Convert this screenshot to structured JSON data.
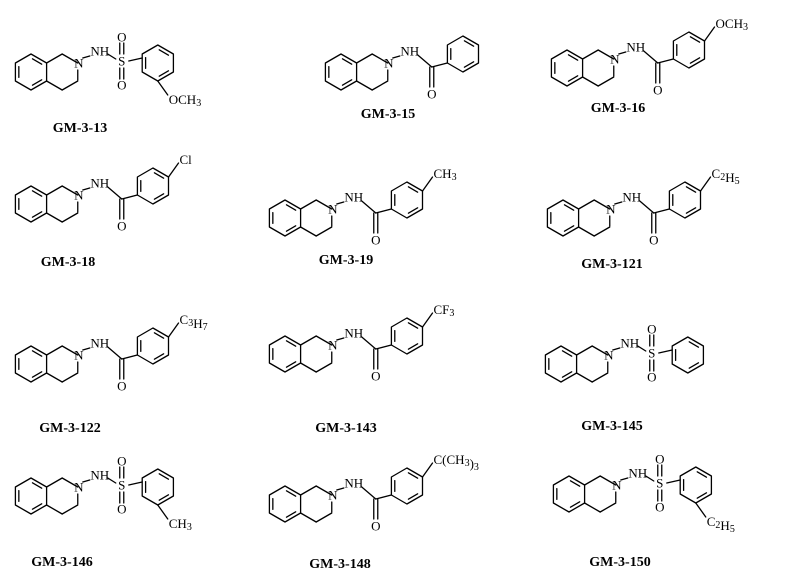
{
  "compounds": [
    {
      "name": "GM-3-13",
      "linker": "sulfonyl",
      "nh": "NH",
      "n": "N",
      "o1": "O",
      "s": "S",
      "o2": "O",
      "substituent": "OCH3",
      "sub_position": "para-bottom"
    },
    {
      "name": "GM-3-15",
      "linker": "carbonyl",
      "nh": "NH",
      "n": "N",
      "o1": "O",
      "substituent": "",
      "sub_position": "none"
    },
    {
      "name": "GM-3-16",
      "linker": "carbonyl",
      "nh": "NH",
      "n": "N",
      "o1": "O",
      "substituent": "OCH3",
      "sub_position": "para-top"
    },
    {
      "name": "GM-3-18",
      "linker": "carbonyl",
      "nh": "NH",
      "n": "N",
      "o1": "O",
      "substituent": "Cl",
      "sub_position": "para-top"
    },
    {
      "name": "GM-3-19",
      "linker": "carbonyl",
      "nh": "NH",
      "n": "N",
      "o1": "O",
      "substituent": "CH3",
      "sub_position": "para-top"
    },
    {
      "name": "GM-3-121",
      "linker": "carbonyl",
      "nh": "NH",
      "n": "N",
      "o1": "O",
      "substituent": "C2H5",
      "sub_position": "para-top"
    },
    {
      "name": "GM-3-122",
      "linker": "carbonyl",
      "nh": "NH",
      "n": "N",
      "o1": "O",
      "substituent": "C3H7",
      "sub_position": "para-top"
    },
    {
      "name": "GM-3-143",
      "linker": "carbonyl",
      "nh": "NH",
      "n": "N",
      "o1": "O",
      "substituent": "CF3",
      "sub_position": "para-top"
    },
    {
      "name": "GM-3-145",
      "linker": "sulfonyl",
      "nh": "NH",
      "n": "N",
      "o1": "O",
      "s": "S",
      "o2": "O",
      "substituent": "",
      "sub_position": "none"
    },
    {
      "name": "GM-3-146",
      "linker": "sulfonyl",
      "nh": "NH",
      "n": "N",
      "o1": "O",
      "s": "S",
      "o2": "O",
      "substituent": "CH3",
      "sub_position": "para-bottom"
    },
    {
      "name": "GM-3-148",
      "linker": "carbonyl",
      "nh": "NH",
      "n": "N",
      "o1": "O",
      "substituent": "C(CH3)3",
      "sub_position": "para-top"
    },
    {
      "name": "GM-3-150",
      "linker": "sulfonyl",
      "nh": "NH",
      "n": "N",
      "o1": "O",
      "s": "S",
      "o2": "O",
      "substituent": "C2H5",
      "sub_position": "para-bottom"
    }
  ]
}
